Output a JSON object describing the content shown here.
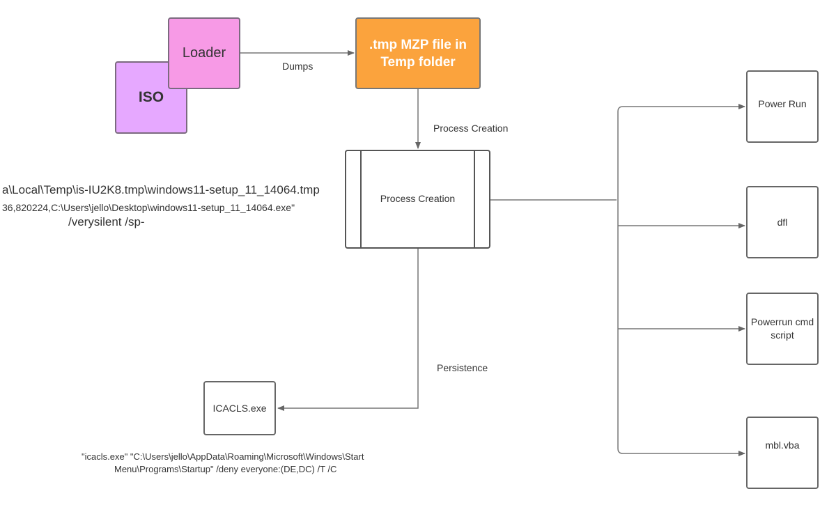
{
  "nodes": {
    "iso": {
      "label": "ISO",
      "color": "#e6a8ff"
    },
    "loader": {
      "label": "Loader",
      "color": "#f79ae6"
    },
    "tmp_file": {
      "line1": ".tmp MZP file in",
      "line2": "Temp folder",
      "color": "#fba33d"
    },
    "process_creation": {
      "label": "Process Creation"
    },
    "icacls": {
      "label": "ICACLS.exe"
    },
    "power_run": {
      "label": "Power Run"
    },
    "dfl": {
      "label": "dfl"
    },
    "powerrun_cmd": {
      "line1": "Powerrun cmd",
      "line2": "script"
    },
    "mbl_vba": {
      "label": "mbl.vba"
    }
  },
  "edges": {
    "dumps": "Dumps",
    "process_creation": "Process Creation",
    "persistence": "Persistence"
  },
  "annotations": {
    "process_cmdline": {
      "line1": "a\\Local\\Temp\\is-IU2K8.tmp\\windows11-setup_11_14064.tmp",
      "line2": "36,820224,C:\\Users\\jello\\Desktop\\windows11-setup_11_14064.exe\"",
      "line3": "/verysilent /sp-"
    },
    "icacls_cmdline": {
      "line1": "\"icacls.exe\" \"C:\\Users\\jello\\AppData\\Roaming\\Microsoft\\Windows\\Start",
      "line2": "Menu\\Programs\\Startup\" /deny everyone:(DE,DC) /T /C"
    }
  }
}
